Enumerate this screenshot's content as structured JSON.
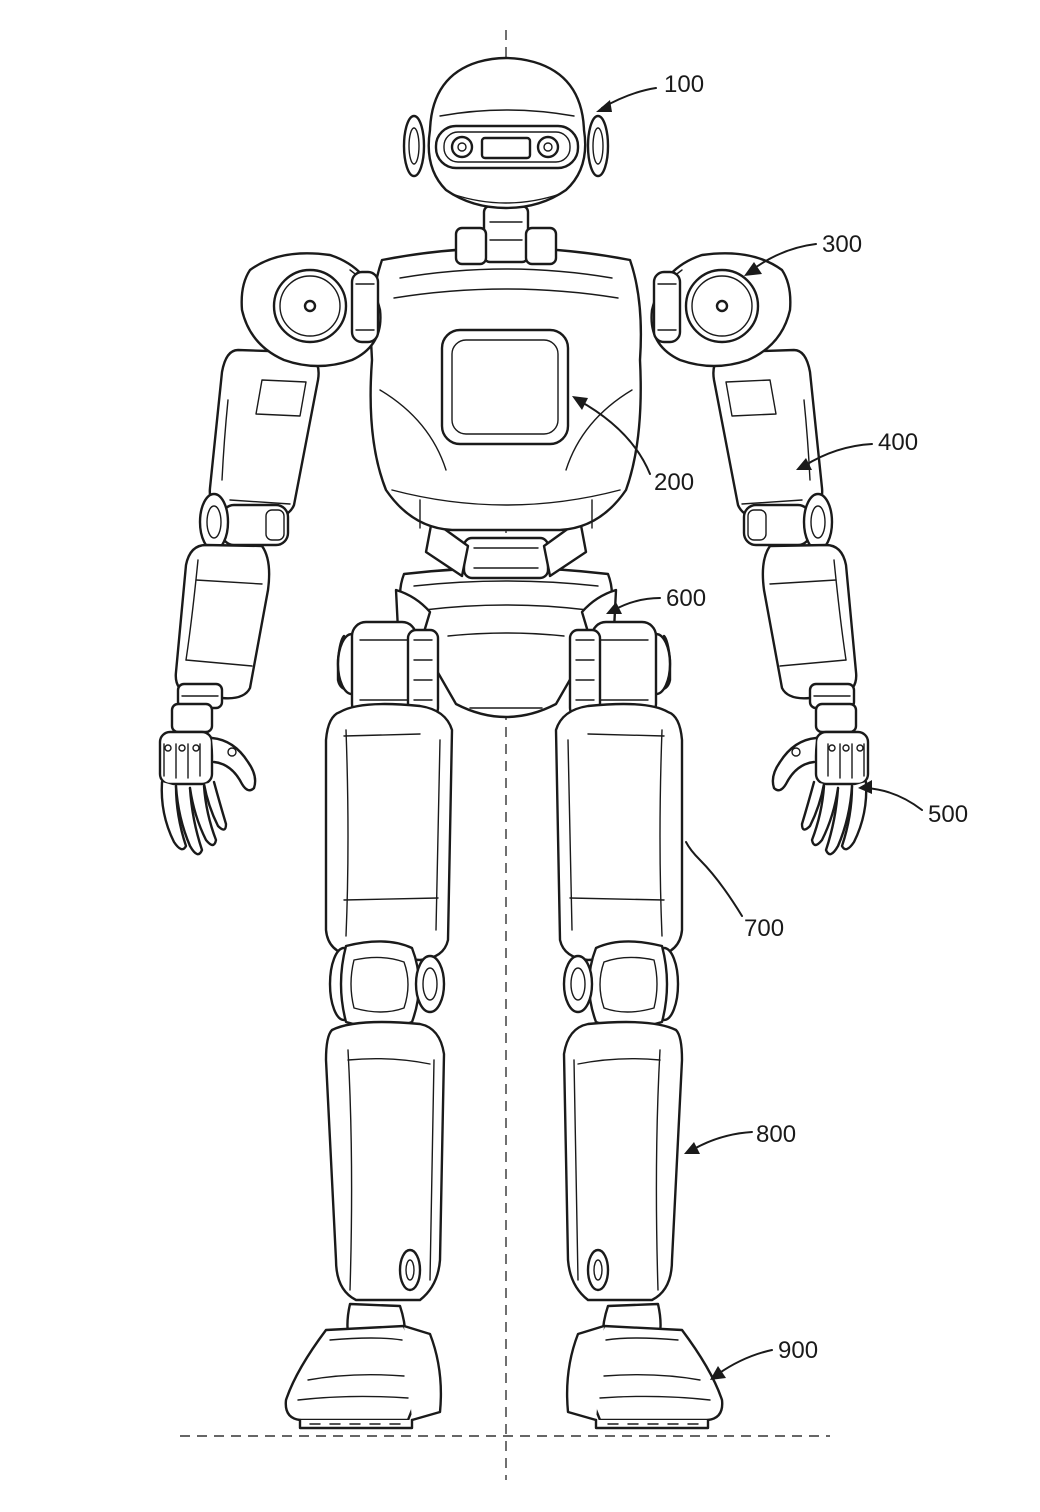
{
  "figure": {
    "reference_numerals": [
      {
        "id": "head",
        "label": "100"
      },
      {
        "id": "torso",
        "label": "200"
      },
      {
        "id": "shoulder",
        "label": "300"
      },
      {
        "id": "arm",
        "label": "400"
      },
      {
        "id": "hand",
        "label": "500"
      },
      {
        "id": "pelvis",
        "label": "600"
      },
      {
        "id": "thigh",
        "label": "700"
      },
      {
        "id": "shin",
        "label": "800"
      },
      {
        "id": "foot",
        "label": "900"
      }
    ]
  },
  "colors": {
    "line": "#1a1a1a",
    "background": "#ffffff",
    "axis": "#333333"
  }
}
